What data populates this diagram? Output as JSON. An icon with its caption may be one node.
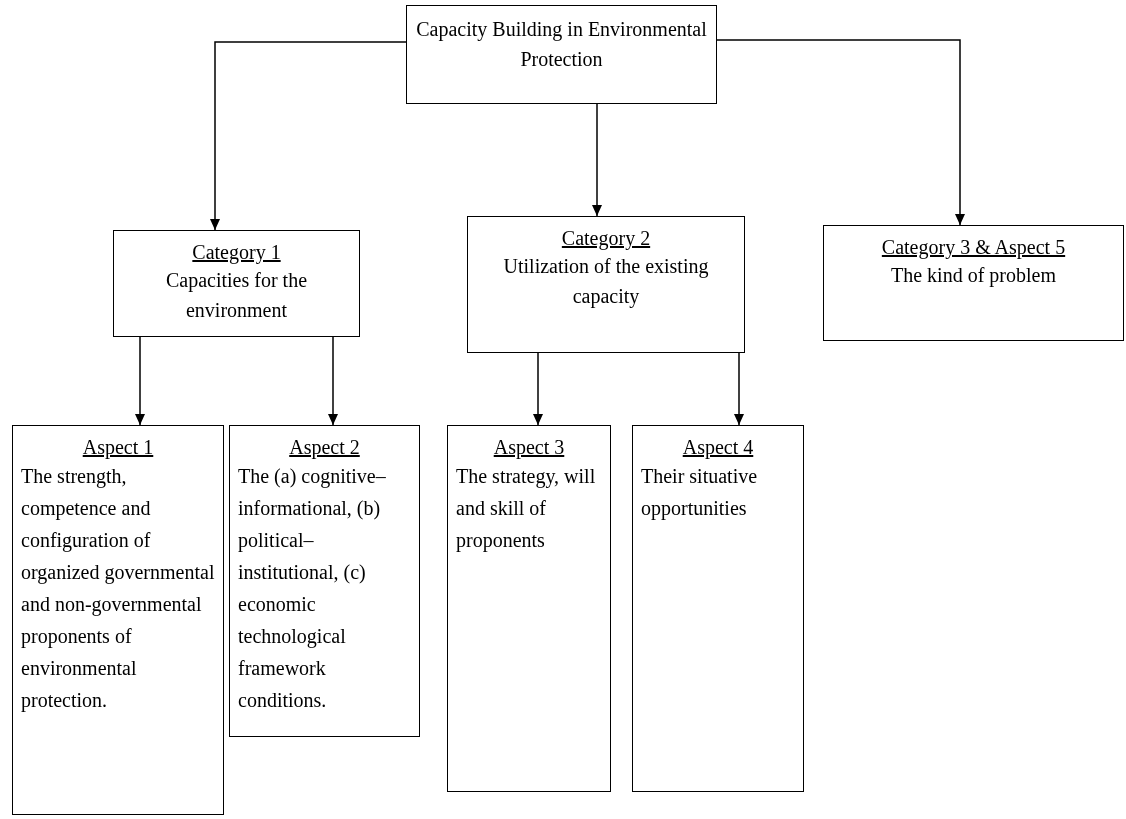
{
  "diagram": {
    "nodes": [
      {
        "text": [
          "Capacity Building in Environmental Protection"
        ]
      },
      {
        "text": [
          "Category 1",
          "Capacities for the environment"
        ]
      },
      {
        "text": [
          "Category 2",
          "Utilization of the existing capacity"
        ]
      },
      {
        "text": [
          "Category 3 & Aspect 5",
          "The kind of problem"
        ]
      },
      {
        "text": [
          "Aspect 1",
          "The strength, competence and configuration of organized governmental and non-governmental proponents of environmental protection."
        ]
      },
      {
        "text": [
          "Aspect 2",
          "The (a) cognitive–informational, (b) political–institutional, (c) economic technological framework conditions."
        ]
      },
      {
        "text": [
          "Aspect 3",
          "The strategy, will and skill of proponents"
        ]
      },
      {
        "text": [
          "Aspect 4",
          "Their situative opportunities"
        ]
      }
    ],
    "edges": [
      {
        "from": 0,
        "to": 1,
        "arrow": "to"
      },
      {
        "from": 0,
        "to": 2,
        "arrow": "to"
      },
      {
        "from": 0,
        "to": 3,
        "arrow": "to"
      },
      {
        "from": 1,
        "to": 4,
        "arrow": "to"
      },
      {
        "from": 1,
        "to": 5,
        "arrow": "to"
      },
      {
        "from": 2,
        "to": 6,
        "arrow": "to"
      },
      {
        "from": 2,
        "to": 7,
        "arrow": "to"
      }
    ]
  }
}
